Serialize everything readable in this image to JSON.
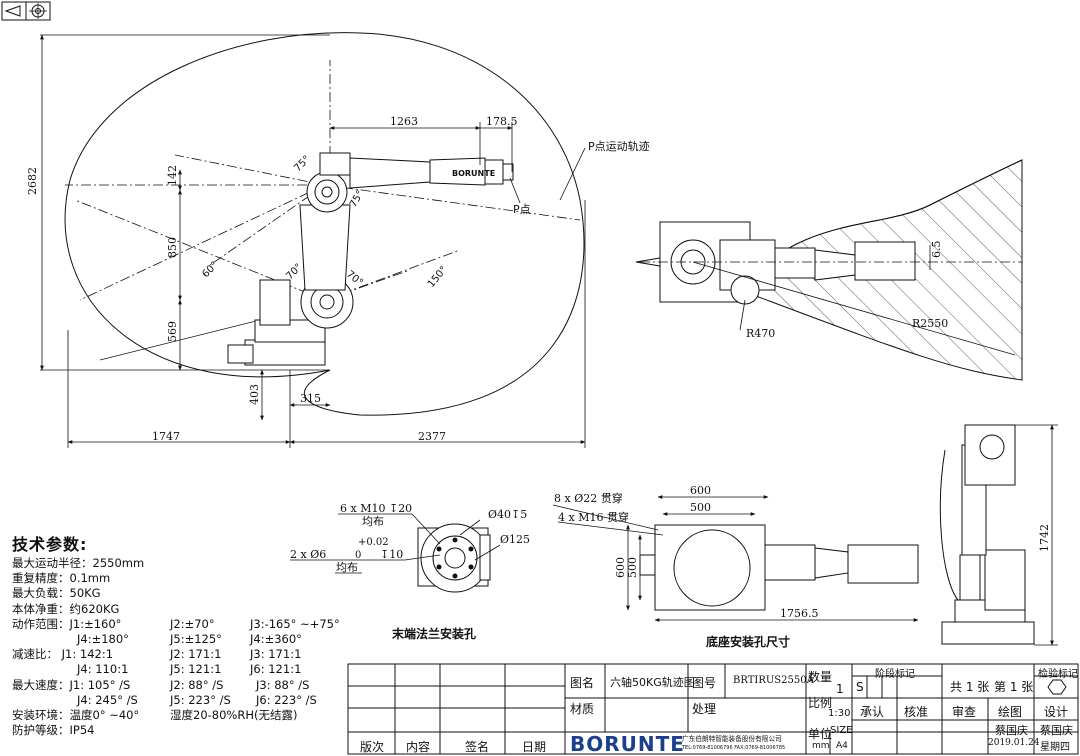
{
  "corner_icons": [
    "projection-view-icon",
    "crosshair-symbol-icon"
  ],
  "main_view": {
    "dim_height": "2682",
    "dim_1263": "1263",
    "dim_178_5": "178.5",
    "trajectory_label": "P点运动轨迹",
    "point_label": "P点",
    "dim_142": "142",
    "dim_850": "850",
    "dim_569": "569",
    "dim_403": "403",
    "dim_315": "315",
    "dim_1747": "1747",
    "dim_2377": "2377",
    "angle_75a": "75°",
    "angle_75b": "75°",
    "angle_60": "60°",
    "angle_70a": "70°",
    "angle_70b": "70°",
    "angle_150": "150°",
    "arm_brand": "BORUNTE"
  },
  "top_view": {
    "dim_6_5": "6.5",
    "dim_R470": "R470",
    "dim_R2550": "R2550"
  },
  "flange_view": {
    "hole_spec_1": "6 x M10",
    "hole_spec_1_depth": "20",
    "even_1": "均布",
    "tol_plus": "+0.02",
    "tol_zero": "0",
    "hole_spec_2a": "2 x ",
    "hole_spec_2b": "6",
    "hole_spec_2_depth": "10",
    "even_2": "均布",
    "dia_40": "40",
    "dia_40_depth": "5",
    "dia_125": "125",
    "caption": "末端法兰安装孔"
  },
  "base_view": {
    "holes_22": "8 x ",
    "holes_22_b": "22 贯穿",
    "holes_m16": "4 x M16 贯穿",
    "dim_600_top": "600",
    "dim_500_top": "500",
    "dim_600_left": "600",
    "dim_500_left": "500",
    "dim_1756_5": "1756.5",
    "caption": "底座安装孔尺寸"
  },
  "side_view": {
    "dim_1742": "1742"
  },
  "specs": {
    "title": "技术参数:",
    "rows": [
      [
        "最大运动半径：2550mm"
      ],
      [
        "重复精度：0.1mm"
      ],
      [
        "最大负载：50KG"
      ],
      [
        "本体净重：约620KG"
      ],
      [
        "动作范围：J1:±160°",
        "J2:±70°",
        "J3:-165° ~+75°"
      ],
      [
        "J4:±180°",
        "J5:±125°",
        "J4:±360°"
      ],
      [
        "减速比：   J1: 142:1",
        "J2: 171:1",
        "J3: 171:1"
      ],
      [
        "J4: 110:1",
        "J5: 121:1",
        "J6: 121:1"
      ],
      [
        "最大速度：J1: 105° /S",
        "J2: 88° /S",
        "J3: 88° /S"
      ],
      [
        "J4: 245° /S",
        "J5: 223° /S",
        "J6: 223° /S"
      ],
      [
        "安装环境：温度0° ~40°",
        "湿度20-80%RH(无结露)"
      ],
      [
        "防护等级：IP54"
      ]
    ]
  },
  "title_block": {
    "drawing_name_label": "图名",
    "drawing_name": "六轴50KG轨迹图",
    "drawing_no_label": "图号",
    "drawing_no": "BRTIRUS2550A",
    "qty_label": "数量",
    "qty": "1",
    "stage_label": "阶段标记",
    "stage": "S",
    "total_sheets": "共 1 张",
    "sheet_no": "第 1 张",
    "inspection_label": "检验标记",
    "material_label": "材质",
    "treatment_label": "处理",
    "scale_label": "比例",
    "scale": "1:30",
    "undertake": "承认",
    "verify": "核准",
    "review": "审查",
    "draw": "绘图",
    "design": "设计",
    "drafter": "蔡国庆",
    "designer": "蔡国庆",
    "date": "2019.01.24",
    "weekday": "星期四",
    "rev_label": "版次",
    "content_label": "内容",
    "sign_label": "签名",
    "date_label": "日期",
    "company_logo": "BORUNTE",
    "company_name": "广东伯朗特智能装备股份有限公司",
    "company_tel": "TEL:0769-81006796  FAX:0769-81006785",
    "unit_label": "单位",
    "unit": "mm",
    "size_label": "SIZE",
    "size": "A4"
  }
}
